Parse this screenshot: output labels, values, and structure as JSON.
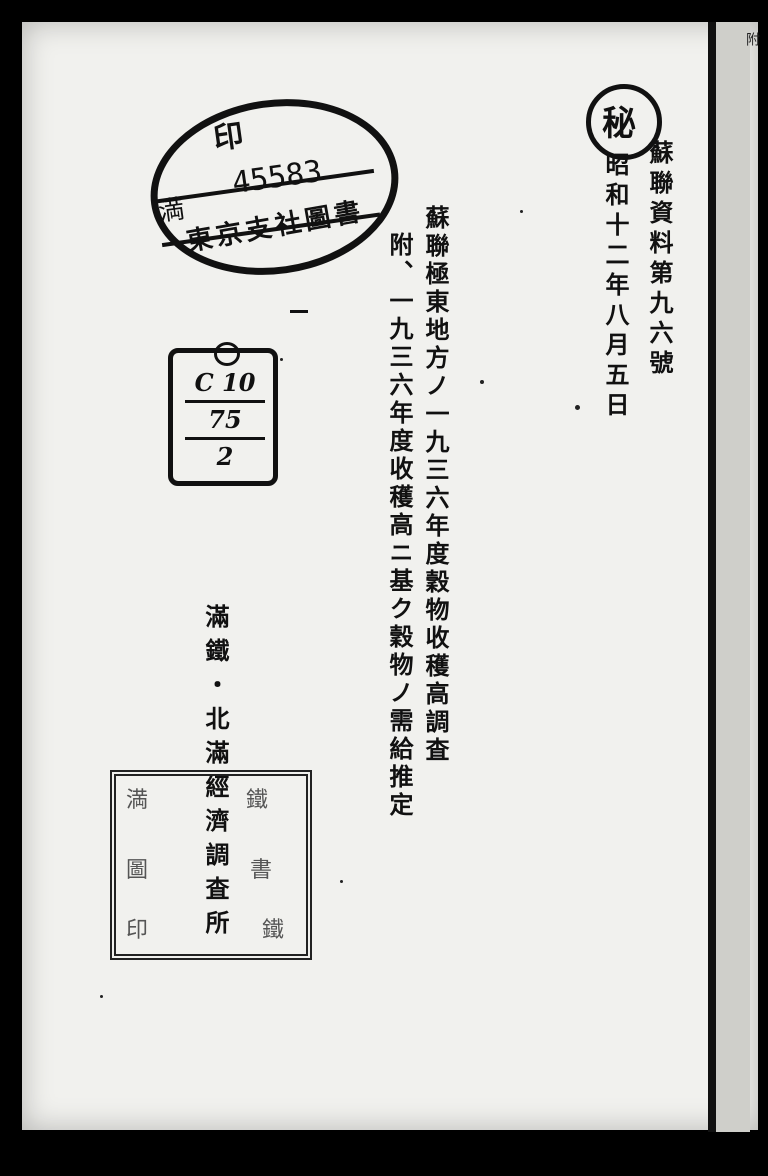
{
  "page": {
    "series_label": "蘇聯資料第九六號",
    "date": "昭和十二年八月五日",
    "title_line1": "蘇聯極東地方ノ一九三六年度穀物收穫高調査",
    "title_line2": "附、一九三六年度收穫高ニ基ク穀物ノ需給推定",
    "publisher_line1": "滿鐵・北滿經濟調査所"
  },
  "stamps": {
    "library_oval": {
      "top_mark": "印",
      "number": "45583",
      "left_char": "満",
      "bottom_text": "東京支社圖書"
    },
    "secret_seal_char": "秘",
    "call_number": [
      "C 10",
      "75",
      "2"
    ],
    "square_seal_glyphs": [
      "満",
      "鐵",
      "圖",
      "書",
      "印",
      "鐵"
    ]
  },
  "margin_note": "附"
}
